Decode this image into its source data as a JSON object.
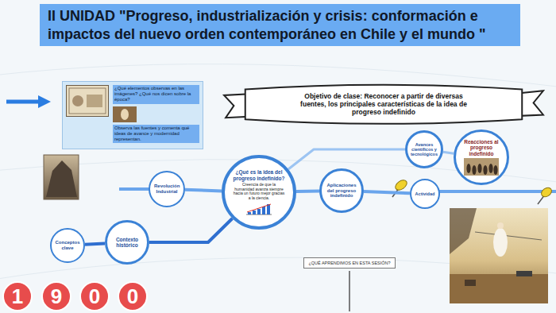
{
  "diagram": {
    "title": "II UNIDAD \"Progreso, industrialización y crisis: conformación e impactos del nuevo orden contemporáneo en Chile y el mundo \"",
    "nodes": [
      {
        "text": [
          "¿Qué elementos observas en las imágenes? ¿Qué nos dicen sobre la época?",
          "Observa las fuentes y comenta qué ideas de avance y modernidad representan."
        ]
      },
      {
        "text": [
          "Objetivo de clase: Reconocer a partir de diversas fuentes, los principales características de la idea de progreso indefinido"
        ]
      },
      {
        "text": [
          "Conceptos clave"
        ]
      },
      {
        "text": [
          "Contexto histórico"
        ]
      },
      {
        "text": [
          "Revolución Industrial"
        ]
      },
      {
        "text": [
          "¿Qué es la idea del progreso indefinido?",
          "Creencia de que la humanidad avanza siempre hacia un futuro mejor gracias a la ciencia."
        ]
      },
      {
        "text": [
          "Aplicaciones del progreso indefinido"
        ]
      },
      {
        "text": [
          "Actividad"
        ]
      },
      {
        "text": [
          "Avances científicos y tecnológicos"
        ]
      },
      {
        "text": [
          "Reacciones al progreso indefinido"
        ]
      },
      {
        "text": [
          "¿QUÉ APRENDIMOS EN ESTA SESIÓN?"
        ]
      },
      {
        "text": [
          "1"
        ]
      },
      {
        "text": [
          "9"
        ]
      },
      {
        "text": [
          "0"
        ]
      },
      {
        "text": [
          "0"
        ]
      }
    ],
    "edges": [
      {
        "from": 2,
        "to": 3,
        "arrow": "none"
      },
      {
        "from": 3,
        "to": 5,
        "arrow": "none"
      },
      {
        "from": 4,
        "to": 5,
        "arrow": "none"
      },
      {
        "from": 5,
        "to": 6,
        "arrow": "none"
      },
      {
        "from": 6,
        "to": 7,
        "arrow": "none"
      },
      {
        "from": 5,
        "to": 8,
        "arrow": "none"
      },
      {
        "from": 8,
        "to": 9,
        "arrow": "none"
      }
    ]
  }
}
